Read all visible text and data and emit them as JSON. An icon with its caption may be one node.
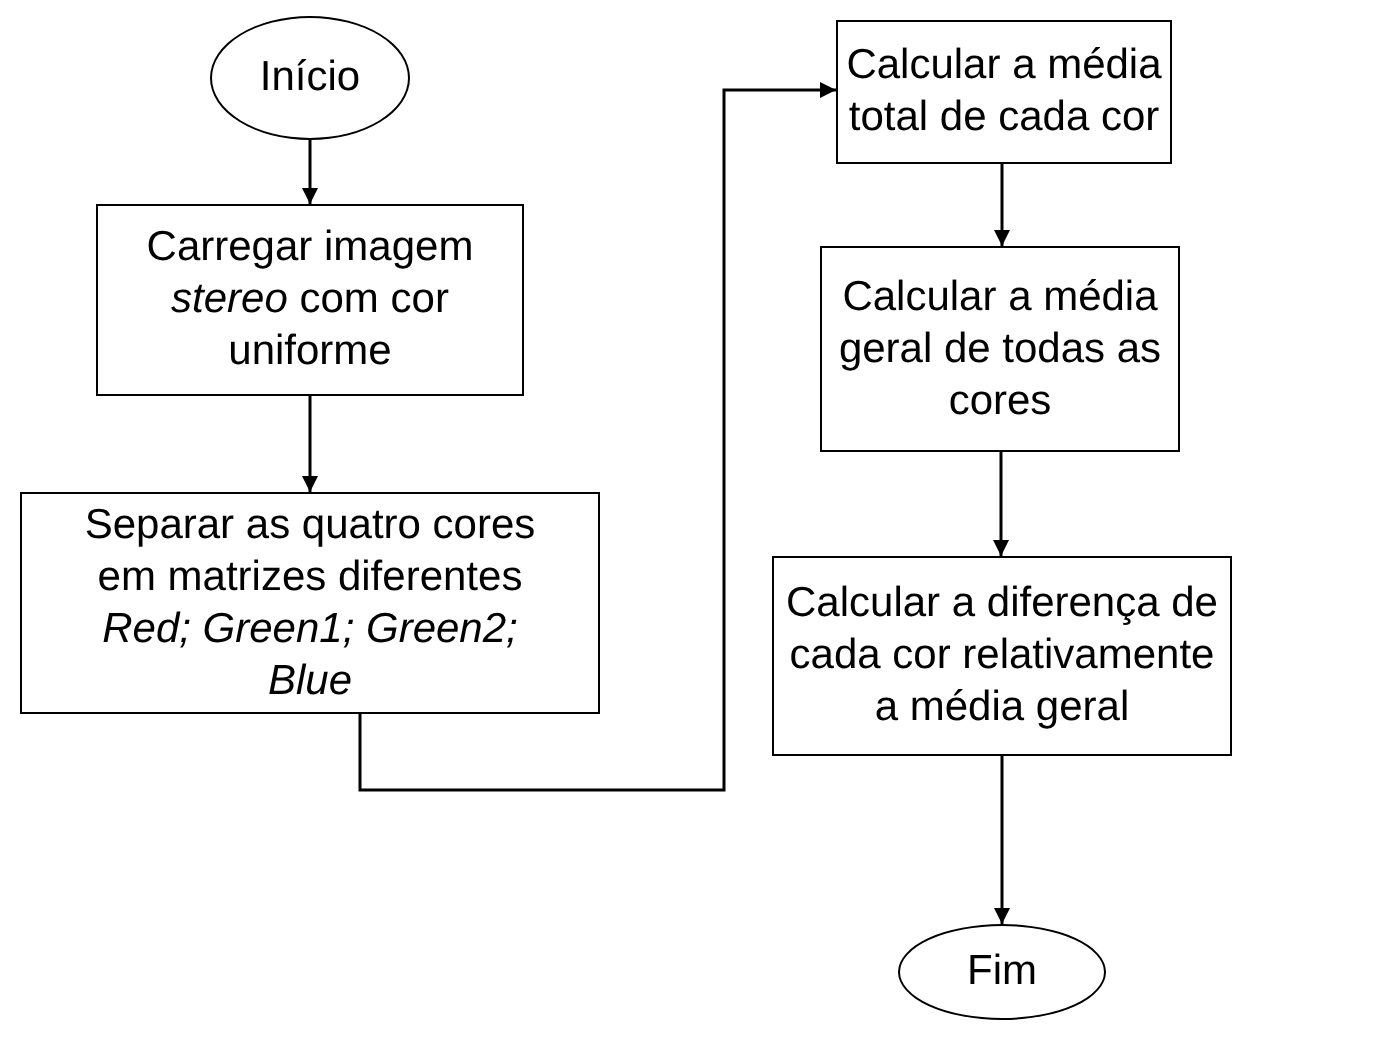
{
  "diagram": {
    "nodes": [
      {
        "text": [
          "Início"
        ]
      },
      {
        "text": [
          "Carregar imagem *stereo* com cor uniforme"
        ]
      },
      {
        "text": [
          "Separar as quatro cores em matrizes diferentes *Red; Green1; Green2; Blue*"
        ]
      },
      {
        "text": [
          "Calcular a média total de cada cor"
        ]
      },
      {
        "text": [
          "Calcular a média geral de todas as cores"
        ]
      },
      {
        "text": [
          "Calcular a diferença de cada cor relativamente a média geral"
        ]
      },
      {
        "text": [
          "Fim"
        ]
      }
    ],
    "edges": [
      {
        "from": 0,
        "to": 1,
        "arrow": "to"
      },
      {
        "from": 1,
        "to": 2,
        "arrow": "to"
      },
      {
        "from": 2,
        "to": 3,
        "arrow": "to"
      },
      {
        "from": 3,
        "to": 4,
        "arrow": "to"
      },
      {
        "from": 4,
        "to": 5,
        "arrow": "to"
      },
      {
        "from": 5,
        "to": 6,
        "arrow": "to"
      }
    ]
  }
}
